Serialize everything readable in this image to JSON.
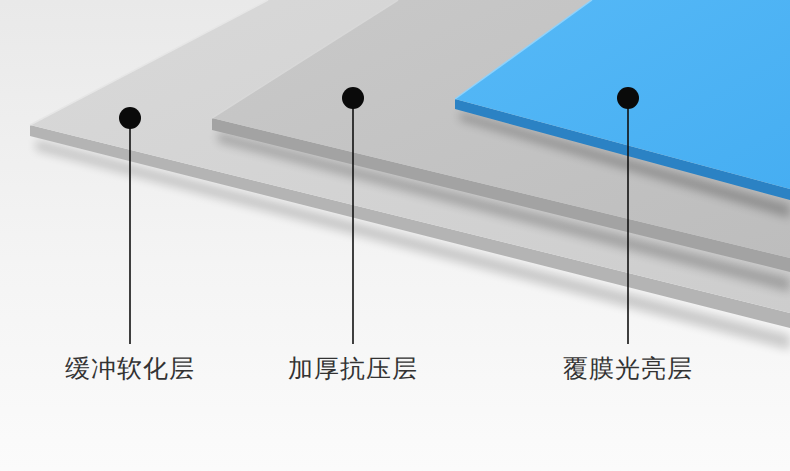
{
  "diagram": {
    "labels": [
      "缓冲软化层",
      "加厚抗压层",
      "覆膜光亮层"
    ]
  }
}
